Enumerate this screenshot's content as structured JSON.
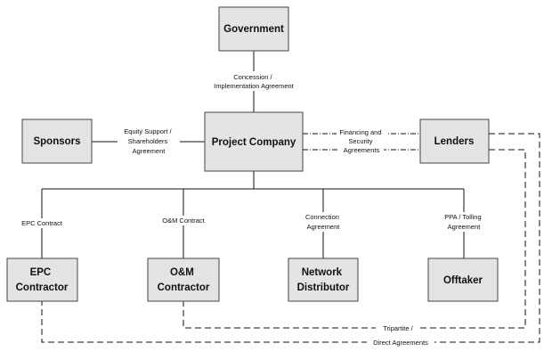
{
  "boxes": {
    "government": "Government",
    "sponsors": "Sponsors",
    "project_company": "Project Company",
    "lenders": "Lenders",
    "epc": [
      "EPC",
      "Contractor"
    ],
    "om": [
      "O&M",
      "Contractor"
    ],
    "network": [
      "Network",
      "Distributor"
    ],
    "offtaker": "Offtaker"
  },
  "edges": {
    "government": [
      "Concession /",
      "Implementation Agreement"
    ],
    "sponsors": [
      "Equity Support /",
      "Shareholders",
      "Agreement"
    ],
    "lenders": [
      "Financing and",
      "Security",
      "Agreements"
    ],
    "epc": [
      "EPC Contract"
    ],
    "om": [
      "O&M Contract"
    ],
    "network": [
      "Connection",
      "Agreement"
    ],
    "offtaker": [
      "PPA / Tolling",
      "Agreement"
    ],
    "tripartite": "Tripartite /",
    "direct": "Direct Agreements"
  }
}
